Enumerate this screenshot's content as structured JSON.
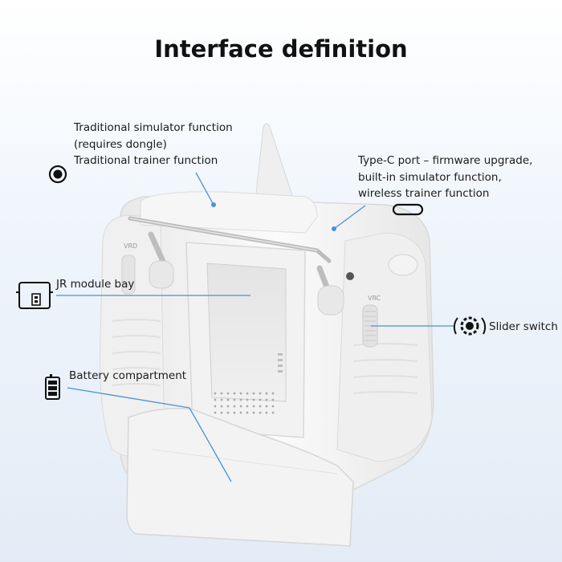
{
  "title": "Interface definition",
  "labels": {
    "simulator_line1": "Traditional simulator function",
    "simulator_line2": "(requires dongle)",
    "trainer": "Traditional trainer function",
    "typec_line1": "Type-C port – firmware upgrade,",
    "typec_line2": "built-in simulator function,",
    "typec_line3": "wireless trainer function",
    "jr_bay": "JR module bay",
    "slider": "Slider switch",
    "battery": "Battery compartment"
  },
  "device_markings": {
    "vrc_left": "VRD",
    "vrc_right": "VRC"
  },
  "icons": {
    "audio_jack": "audio-jack-icon",
    "typec": "usb-c-icon",
    "jr_module": "module-bay-icon",
    "slider": "gear-dial-icon",
    "battery": "battery-icon"
  },
  "colors": {
    "callout_line": "#4a90d9",
    "dot": "#4a90d9",
    "device_body": "#f4f4f4"
  }
}
